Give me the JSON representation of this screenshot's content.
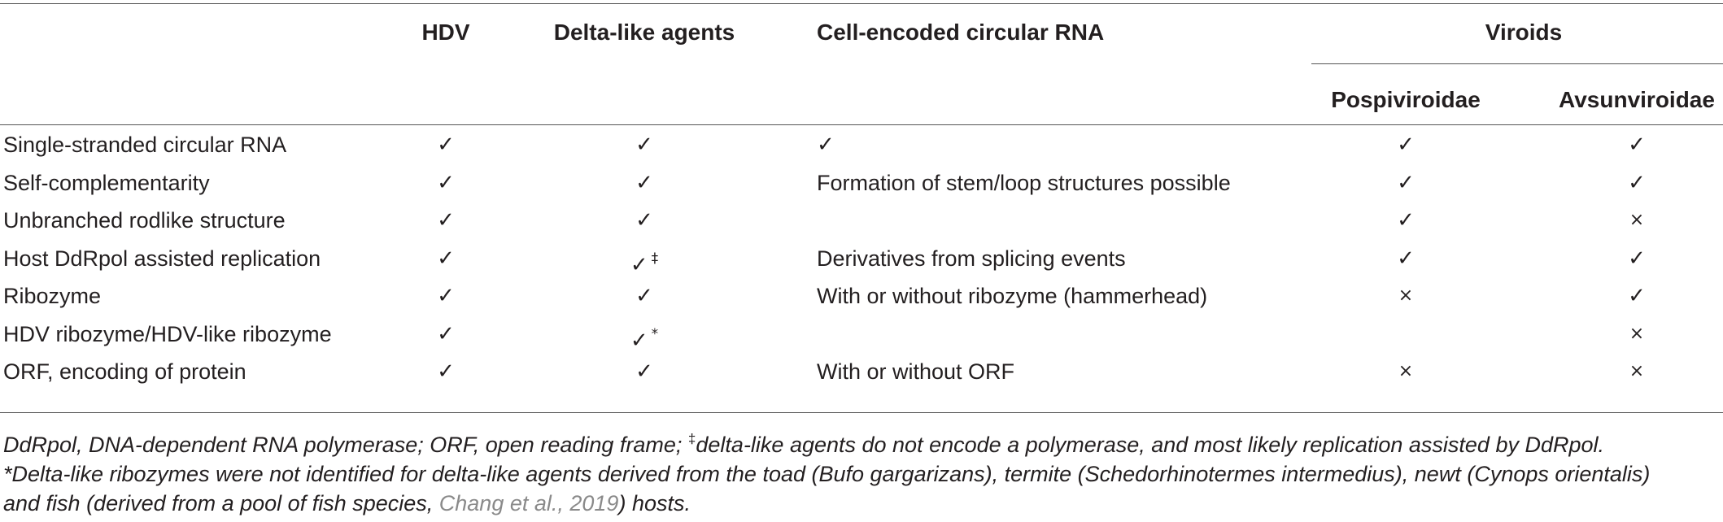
{
  "headers": {
    "hdv": "HDV",
    "delta": "Delta-like agents",
    "cell": "Cell-encoded circular RNA",
    "viroids": "Viroids",
    "pospi": "Pospiviroidae",
    "avsun": "Avsunviroidae"
  },
  "symbols": {
    "check": "✓",
    "cross": "×",
    "dagger": "‡",
    "star": "*"
  },
  "rows": [
    {
      "label": "Single-stranded circular RNA",
      "hdv": "check",
      "delta": "check",
      "delta_sup": "",
      "cell": "✓",
      "pospi": "check",
      "avsun": "check"
    },
    {
      "label": "Self-complementarity",
      "hdv": "check",
      "delta": "check",
      "delta_sup": "",
      "cell": "Formation of stem/loop structures possible",
      "pospi": "check",
      "avsun": "check"
    },
    {
      "label": "Unbranched rodlike structure",
      "hdv": "check",
      "delta": "check",
      "delta_sup": "",
      "cell": "",
      "pospi": "check",
      "avsun": "cross"
    },
    {
      "label": "Host DdRpol assisted replication",
      "hdv": "check",
      "delta": "check",
      "delta_sup": "‡",
      "cell": "Derivatives from splicing events",
      "pospi": "check",
      "avsun": "check"
    },
    {
      "label": "Ribozyme",
      "hdv": "check",
      "delta": "check",
      "delta_sup": "",
      "cell": "With or without ribozyme (hammerhead)",
      "pospi": "cross",
      "avsun": "check"
    },
    {
      "label": "HDV ribozyme/HDV-like ribozyme",
      "hdv": "check",
      "delta": "check",
      "delta_sup": "*",
      "cell": "",
      "pospi": "",
      "avsun": "cross"
    },
    {
      "label": "ORF, encoding of protein",
      "hdv": "check",
      "delta": "check",
      "delta_sup": "",
      "cell": "With or without ORF",
      "pospi": "cross",
      "avsun": "cross"
    }
  ],
  "footnote": {
    "line1_a": "DdRpol, DNA-dependent RNA polymerase; ORF, open reading frame; ",
    "line1_sup": "‡",
    "line1_b": "delta-like agents do not encode a polymerase, and most likely replication assisted by DdRpol.",
    "line2": "*Delta-like ribozymes were not identified for delta-like agents derived from the toad (Bufo gargarizans), termite (Schedorhinotermes intermedius), newt (Cynops orientalis)",
    "line3_a": "and fish (derived from a pool of fish species, ",
    "line3_cite": "Chang et al., 2019",
    "line3_b": ") hosts."
  }
}
